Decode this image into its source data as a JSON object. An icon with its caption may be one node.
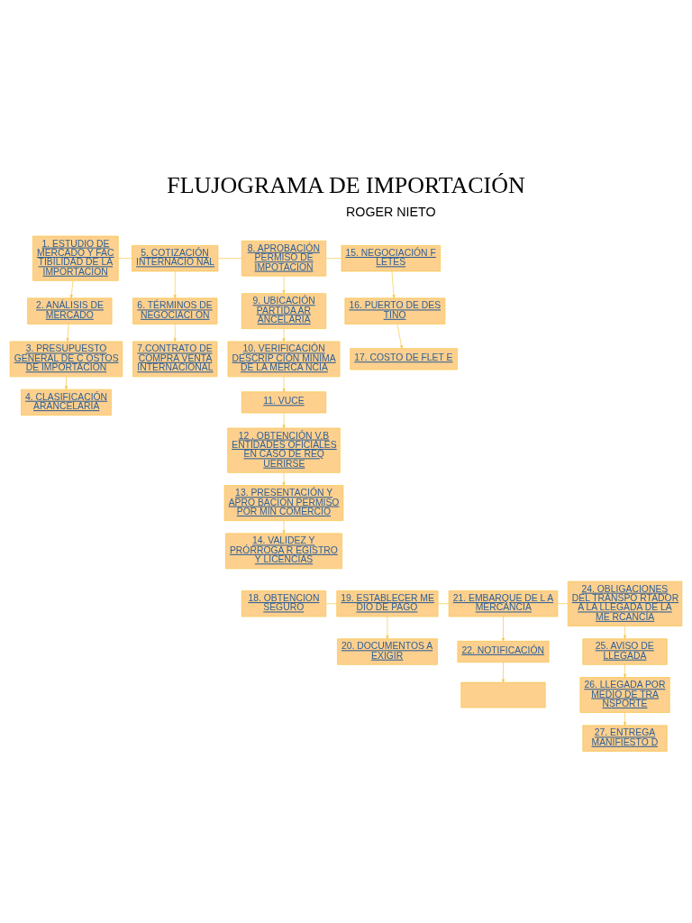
{
  "diagram": {
    "title": "FLUJOGRAMA DE IMPORTACIÓN",
    "nodes": [
      {
        "text": [
          "1. ESTUDIO DE MERCADO Y FAC TIBILIDAD DE LA IMPORTACION"
        ]
      },
      {
        "text": [
          "2. ANÁLISIS DE MERCADO"
        ]
      },
      {
        "text": [
          "3. PRESUPUESTO GENERAL DE C OSTOS DE IMPORTACION"
        ]
      },
      {
        "text": [
          "4. CLASIFICACIÓN ARANCELARIA"
        ]
      },
      {
        "text": [
          "5. COTIZACIÓN INTERNACIO NAL"
        ]
      },
      {
        "text": [
          "6. TÉRMINOS DE NEGOCIACI ON"
        ]
      },
      {
        "text": [
          "7.CONTRATO DE COMPRA VENTA INTERNACIONAL"
        ]
      },
      {
        "text": [
          "8. APROBACIÓN PERMISO DE IMPOTACION"
        ]
      },
      {
        "text": [
          "9. UBICACIÓN PARTIDA AR ANCELARIA"
        ]
      },
      {
        "text": [
          "10. VERIFICACIÓN DESCRIP CIÓN MINIMA DE LA MERCA NCIA"
        ]
      },
      {
        "text": [
          "11. VUCE"
        ]
      },
      {
        "text": [
          "12 . OBTENCIÓN V.B ENTIDADES OFICIALES EN CASO DE REQ UERIRSE"
        ]
      },
      {
        "text": [
          "13. PRESENTACIÓN Y APRO BACIÓN PERMISO POR MIN COMERCIO"
        ]
      },
      {
        "text": [
          "14. VALIDEZ Y PRÓRROGA R EGISTRO Y LICENCIAS"
        ]
      },
      {
        "text": [
          "15. NEGOCIACIÓN F LETES"
        ]
      },
      {
        "text": [
          "16. PUERTO DE DES TINO"
        ]
      },
      {
        "text": [
          "17. COSTO DE FLET E"
        ]
      },
      {
        "text": [
          "18. OBTENCION SEGURO"
        ]
      },
      {
        "text": [
          "19. ESTABLECER ME DIO DE PAGO"
        ]
      },
      {
        "text": [
          "20. DOCUMENTOS A EXIGIR"
        ]
      },
      {
        "text": [
          "21. EMBARQUE DE L A MERCANCIA"
        ]
      },
      {
        "text": [
          "22. NOTIFICACIÓN"
        ]
      },
      {
        "text": [],
        "shape": "box"
      },
      {
        "text": [
          "24. OBLIGACIONES DEL TRANSPO RTADOR A LA LLEGADA DE LA ME RCANCÍA"
        ]
      },
      {
        "text": [
          "25. AVISO DE LLEGADA"
        ]
      },
      {
        "text": [
          "26. LLEGADA POR MEDIO DE TRA NSPORTE"
        ]
      },
      {
        "text": [
          "27. ENTREGA MANIFIESTO D"
        ]
      }
    ],
    "edges": [
      {
        "from": 0,
        "to": 4,
        "arrow": "none"
      },
      {
        "from": 4,
        "to": 7,
        "arrow": "none"
      },
      {
        "from": 7,
        "to": 14,
        "arrow": "none"
      },
      {
        "from": 0,
        "to": 1,
        "arrow": "to"
      },
      {
        "from": 1,
        "to": 2,
        "arrow": "to"
      },
      {
        "from": 2,
        "to": 3,
        "arrow": "to"
      },
      {
        "from": 4,
        "to": 5,
        "arrow": "to"
      },
      {
        "from": 5,
        "to": 6,
        "arrow": "to"
      },
      {
        "from": 7,
        "to": 8,
        "arrow": "to"
      },
      {
        "from": 8,
        "to": 9,
        "arrow": "to"
      },
      {
        "from": 9,
        "to": 10,
        "arrow": "to"
      },
      {
        "from": 10,
        "to": 11,
        "arrow": "to"
      },
      {
        "from": 11,
        "to": 12,
        "arrow": "to"
      },
      {
        "from": 12,
        "to": 13,
        "arrow": "to"
      },
      {
        "from": 14,
        "to": 15,
        "arrow": "to"
      },
      {
        "from": 15,
        "to": 16,
        "arrow": "to"
      },
      {
        "from": 17,
        "to": 18,
        "arrow": "none"
      },
      {
        "from": 18,
        "to": 20,
        "arrow": "none"
      },
      {
        "from": 20,
        "to": 23,
        "arrow": "none"
      },
      {
        "from": 18,
        "to": 19,
        "arrow": "to"
      },
      {
        "from": 20,
        "to": 21,
        "arrow": "to"
      },
      {
        "from": 21,
        "to": 22,
        "arrow": "to"
      },
      {
        "from": 23,
        "to": 24,
        "arrow": "to"
      },
      {
        "from": 24,
        "to": 25,
        "arrow": "to"
      },
      {
        "from": 25,
        "to": 26,
        "arrow": "to"
      }
    ],
    "labels": [
      "ROGER NIETO"
    ]
  }
}
